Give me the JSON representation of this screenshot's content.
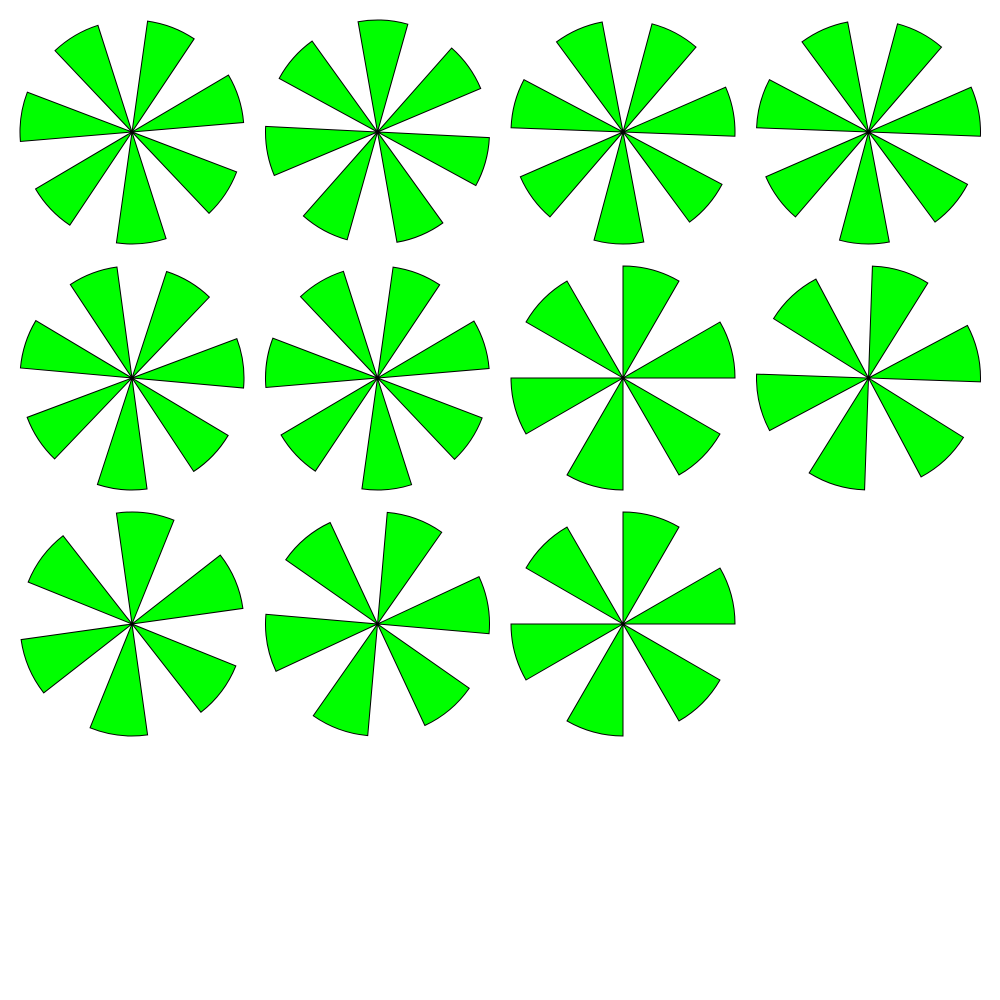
{
  "style": {
    "background": "#ffffff",
    "wedge_fill": "#00ff00",
    "wedge_stroke": "#000000"
  },
  "grid": {
    "rows": 3,
    "columns": 4,
    "figure_count": 11
  },
  "figures": [
    {
      "wedge_count": 7
    },
    {
      "wedge_count": 7
    },
    {
      "wedge_count": 7
    },
    {
      "wedge_count": 7
    },
    {
      "wedge_count": 7
    },
    {
      "wedge_count": 7
    },
    {
      "wedge_count": 6
    },
    {
      "wedge_count": 6
    },
    {
      "wedge_count": 6
    },
    {
      "wedge_count": 6
    },
    {
      "wedge_count": 6
    }
  ]
}
